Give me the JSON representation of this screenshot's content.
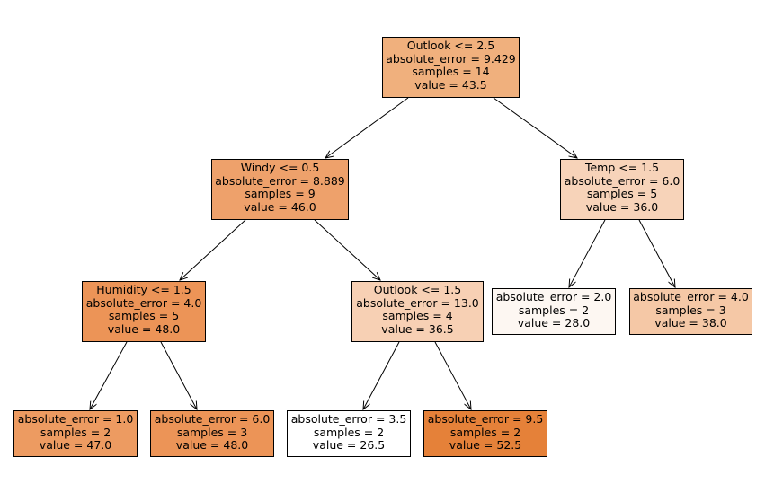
{
  "tree": {
    "nodes": [
      {
        "id": "n0",
        "split": "Outlook <= 2.5",
        "error": "absolute_error = 9.429",
        "samples": "samples = 14",
        "value": "value = 43.5",
        "fill": "#f0b07d"
      },
      {
        "id": "n1",
        "split": "Windy <= 0.5",
        "error": "absolute_error = 8.889",
        "samples": "samples = 9",
        "value": "value = 46.0",
        "fill": "#eea16b"
      },
      {
        "id": "n2",
        "split": "Temp <= 1.5",
        "error": "absolute_error = 6.0",
        "samples": "samples = 5",
        "value": "value = 36.0",
        "fill": "#f7d3b9"
      },
      {
        "id": "n3",
        "split": "Humidity <= 1.5",
        "error": "absolute_error = 4.0",
        "samples": "samples = 5",
        "value": "value = 48.0",
        "fill": "#ec9457"
      },
      {
        "id": "n4",
        "split": "Outlook <= 1.5",
        "error": "absolute_error = 13.0",
        "samples": "samples = 4",
        "value": "value = 36.5",
        "fill": "#f7d0b4"
      },
      {
        "id": "n5",
        "split": "",
        "error": "absolute_error = 2.0",
        "samples": "samples = 2",
        "value": "value = 28.0",
        "fill": "#fdf7f2"
      },
      {
        "id": "n6",
        "split": "",
        "error": "absolute_error = 4.0",
        "samples": "samples = 3",
        "value": "value = 38.0",
        "fill": "#f5c8a6"
      },
      {
        "id": "n7",
        "split": "",
        "error": "absolute_error = 1.0",
        "samples": "samples = 2",
        "value": "value = 47.0",
        "fill": "#ed9b61"
      },
      {
        "id": "n8",
        "split": "",
        "error": "absolute_error = 6.0",
        "samples": "samples = 3",
        "value": "value = 48.0",
        "fill": "#ec9457"
      },
      {
        "id": "n9",
        "split": "",
        "error": "absolute_error = 3.5",
        "samples": "samples = 2",
        "value": "value = 26.5",
        "fill": "#ffffff"
      },
      {
        "id": "n10",
        "split": "",
        "error": "absolute_error = 9.5",
        "samples": "samples = 2",
        "value": "value = 52.5",
        "fill": "#e58139"
      }
    ],
    "edges": [
      [
        "n0",
        "n1"
      ],
      [
        "n0",
        "n2"
      ],
      [
        "n1",
        "n3"
      ],
      [
        "n1",
        "n4"
      ],
      [
        "n2",
        "n5"
      ],
      [
        "n2",
        "n6"
      ],
      [
        "n3",
        "n7"
      ],
      [
        "n3",
        "n8"
      ],
      [
        "n4",
        "n9"
      ],
      [
        "n4",
        "n10"
      ]
    ]
  }
}
